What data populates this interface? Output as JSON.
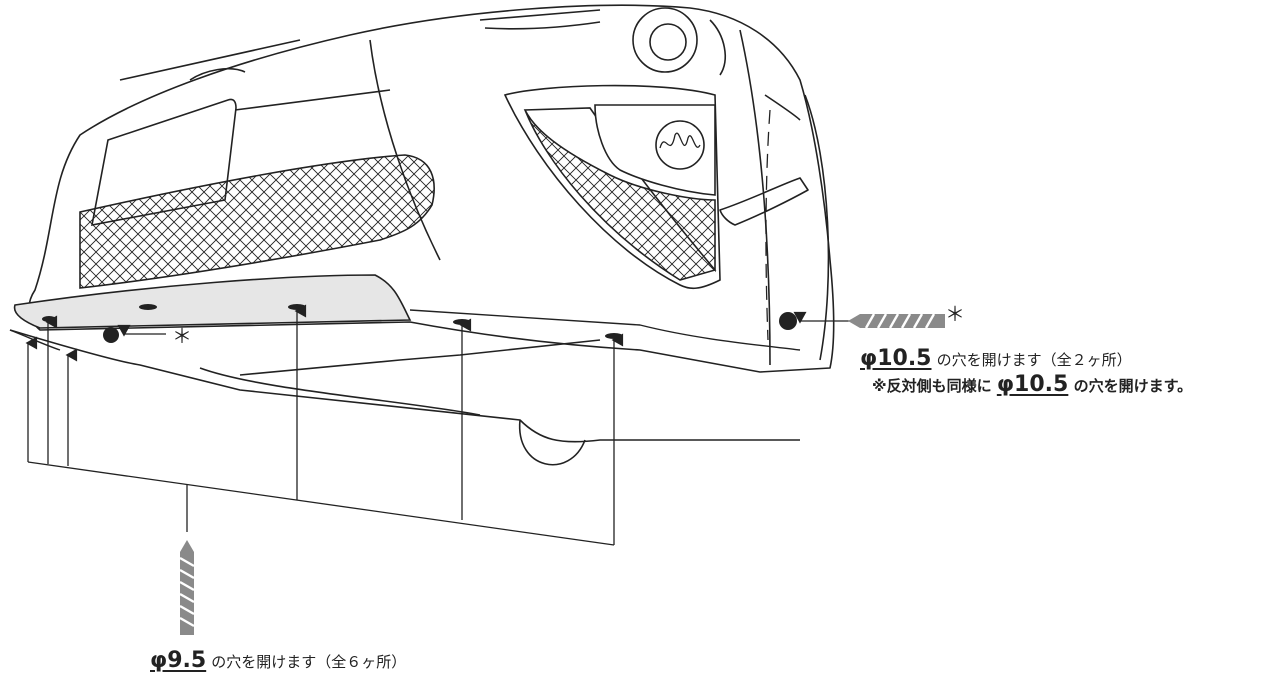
{
  "annotations": {
    "right_main": {
      "diameter": "φ10.5",
      "text": "の穴を開けます（全２ヶ所）"
    },
    "right_note": {
      "prefix": "※反対側も同様に",
      "diameter": "φ10.5",
      "suffix": "の穴を開けます。"
    },
    "bottom_main": {
      "diameter": "φ9.5",
      "text": "の穴を開けます（全６ヶ所）"
    },
    "asterisk": "＊"
  },
  "colors": {
    "line": "#222222",
    "drill_bit": "#8a8a8a",
    "lip_fill": "#e6e6e6"
  }
}
